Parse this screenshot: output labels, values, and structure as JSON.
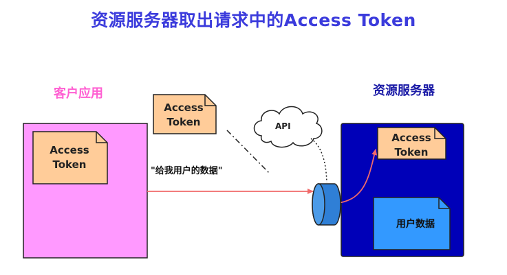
{
  "title": "资源服务器取出请求中的Access Token",
  "client": {
    "label": "客户应用",
    "token": {
      "line1": "Access",
      "line2": "Token"
    }
  },
  "transit_token": {
    "line1": "Access",
    "line2": "Token"
  },
  "request_label": "\"给我用户的数据\"",
  "api_label": "API",
  "server": {
    "label": "资源服务器",
    "token": {
      "line1": "Access",
      "line2": "Token"
    },
    "data_label": "用户数据"
  },
  "colors": {
    "title": "#3b3bdc",
    "client_box": "#ff99ff",
    "client_label": "#ff5fd2",
    "server_box": "#0000b8",
    "server_label": "#1a1aa6",
    "token_doc": "#ffcc99",
    "data_doc": "#3399ff",
    "arrow": "#f06a6a",
    "cylinder": "#2f7fd6"
  }
}
